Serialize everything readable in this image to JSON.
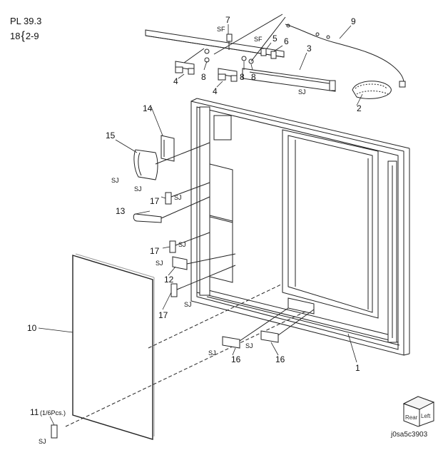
{
  "header": {
    "plate": "PL 39.3",
    "range_prefix": "18",
    "range": "2-9"
  },
  "callouts": {
    "c1": "1",
    "c2": "2",
    "c3": "3",
    "c4a": "4",
    "c4b": "4",
    "c5": "5",
    "c6": "6",
    "c7": "7",
    "c8a": "8",
    "c8b": "8",
    "c8c": "8",
    "c9": "9",
    "c10": "10",
    "c11": "11",
    "c11_qty": "(1/6Pcs.)",
    "c12": "12",
    "c13": "13",
    "c14": "14",
    "c15": "15",
    "c16a": "16",
    "c16b": "16",
    "c17a": "17",
    "c17b": "17",
    "c17c": "17"
  },
  "screw_labels": {
    "sf1": "SF",
    "sf2": "SF",
    "sj_rail": "SJ",
    "sj15": "SJ",
    "sj14": "SJ",
    "sj17a": "SJ",
    "sj17b": "SJ",
    "sj17c": "SJ",
    "sj12": "SJ",
    "sj16a": "SJ",
    "sj16b": "SJ",
    "sj11": "SJ"
  },
  "orientation": {
    "rear": "Rear",
    "left": "Left"
  },
  "figure_id": "j0sa5c3903"
}
